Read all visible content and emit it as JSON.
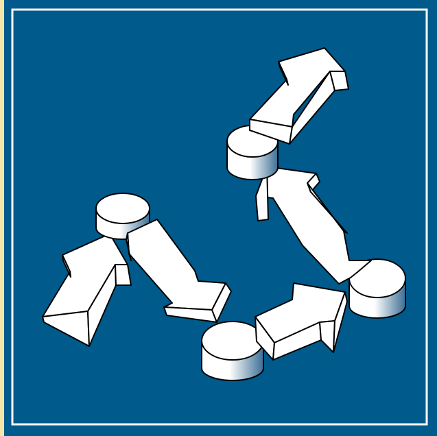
{
  "colors": {
    "margin": "#f2e6a8",
    "background": "#005a8b",
    "frame": "#ffffff",
    "shape_fill": "#ffffff",
    "shape_outline": "#000000",
    "shade_light": "#ffffff",
    "shade_dark": "#3d6f95"
  },
  "diagram": {
    "nodes": [
      {
        "id": "cylinder-1"
      },
      {
        "id": "cylinder-2"
      },
      {
        "id": "cylinder-3"
      },
      {
        "id": "cylinder-4"
      }
    ],
    "flows": [
      {
        "from": "start",
        "to": "cylinder-1"
      },
      {
        "from": "cylinder-1",
        "to": "cylinder-2"
      },
      {
        "from": "cylinder-2",
        "to": "cylinder-3"
      },
      {
        "from": "cylinder-3",
        "to": "cylinder-4"
      },
      {
        "from": "cylinder-4",
        "to": "end"
      }
    ]
  }
}
